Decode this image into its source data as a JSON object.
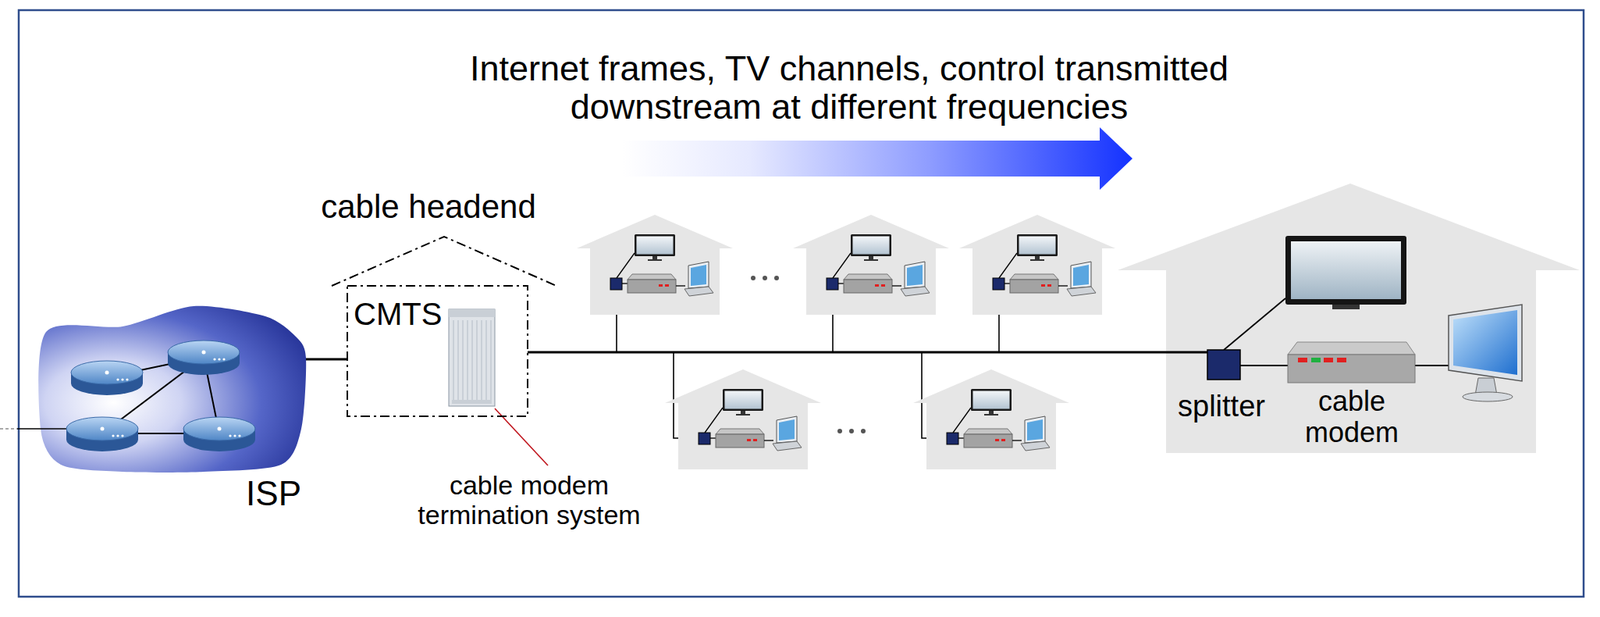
{
  "diagram": {
    "nodes": [
      {
        "text": [
          "ISP"
        ]
      },
      {
        "text": [
          "cable headend",
          "CMTS"
        ]
      },
      {
        "text": [
          "splitter",
          "cable modem"
        ]
      }
    ],
    "edges": [
      {
        "from": 0,
        "to": 1,
        "arrow": "none"
      },
      {
        "from": 1,
        "to": 2,
        "arrow": "none"
      }
    ],
    "labels": [
      "Internet frames, TV channels, control transmitted downstream at different frequencies",
      "cable modem termination system"
    ]
  }
}
